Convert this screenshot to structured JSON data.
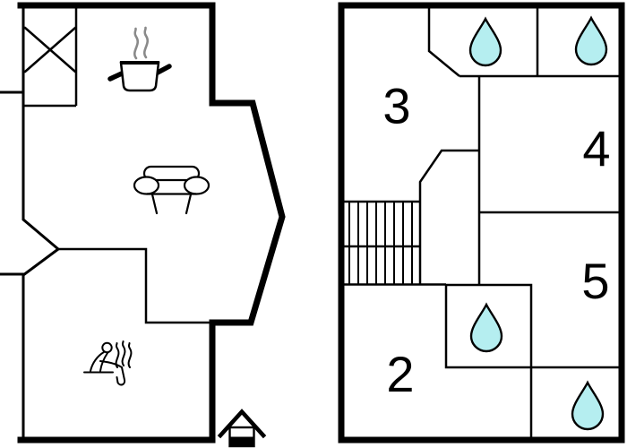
{
  "plans": [
    {
      "id": "left-floor-plan",
      "icons": [
        "wardrobe-x-icon",
        "steaming-pot-icon",
        "sofa-icon",
        "sauna-person-icon",
        "basement-house-icon"
      ]
    },
    {
      "id": "right-floor-plan",
      "room_labels": [
        "3",
        "4",
        "5",
        "2"
      ],
      "water_drop_icon_count": 4,
      "features": [
        "staircase",
        "bathroom-water-drops"
      ]
    }
  ],
  "colors": {
    "wall_line": "#000000",
    "water_drop_fill": "#b5eef0",
    "steam_gray": "#8a8a8a",
    "background": "#ffffff"
  }
}
